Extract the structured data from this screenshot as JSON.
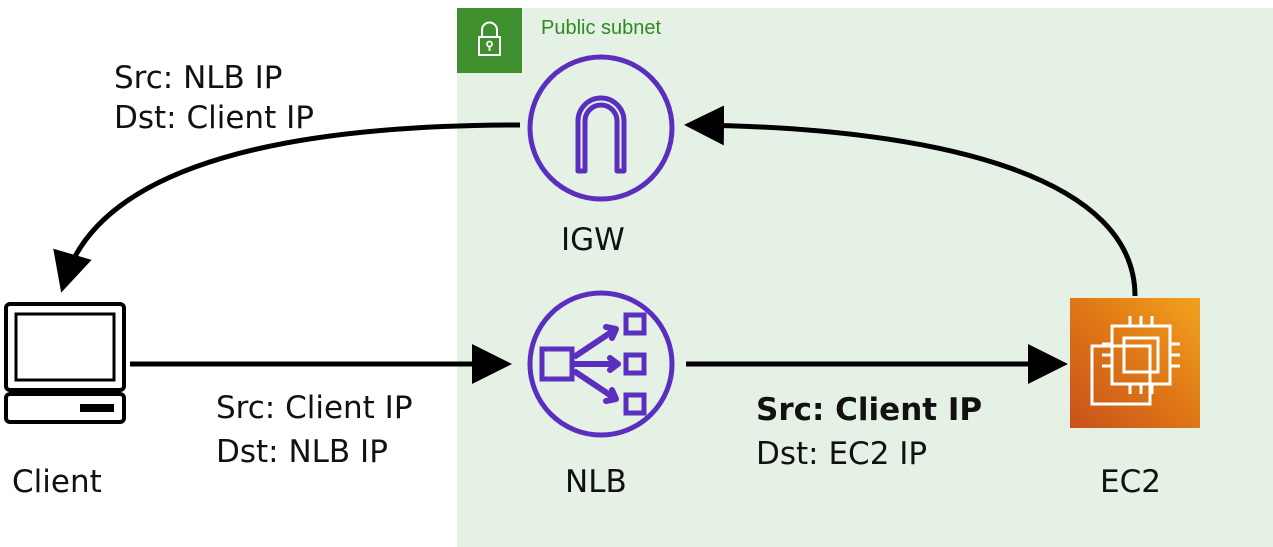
{
  "subnet": {
    "label": "Public subnet",
    "color": "#2e8b1e",
    "background": "#e6f1e6",
    "icon": "lock-icon"
  },
  "nodes": {
    "client": {
      "label": "Client",
      "icon": "desktop-computer-icon"
    },
    "igw": {
      "label": "IGW",
      "icon": "internet-gateway-icon",
      "color": "#5a2fbf"
    },
    "nlb": {
      "label": "NLB",
      "icon": "network-load-balancer-icon",
      "color": "#5a2fbf"
    },
    "ec2": {
      "label": "EC2",
      "icon": "ec2-instance-icon",
      "color": "#e07a15"
    }
  },
  "flows": {
    "client_to_nlb": {
      "src": "Src: Client IP",
      "dst": "Dst: NLB IP"
    },
    "nlb_to_ec2": {
      "src": "Src: Client IP",
      "dst": "Dst: EC2 IP"
    },
    "igw_to_client": {
      "src": "Src: NLB IP",
      "dst": "Dst: Client IP"
    }
  }
}
